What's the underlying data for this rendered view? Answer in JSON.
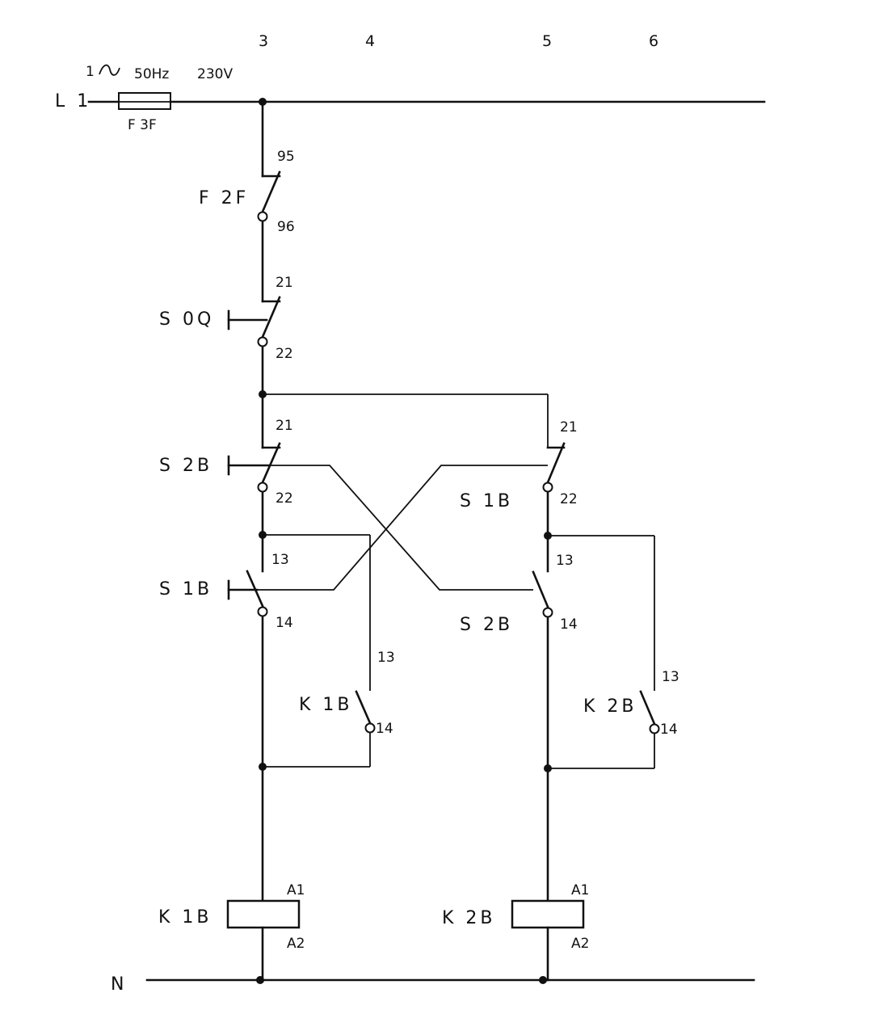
{
  "header": {
    "columns": [
      "3",
      "4",
      "5",
      "6"
    ],
    "supply": {
      "symbol": "1",
      "frequency": "50Hz",
      "voltage": "230V"
    }
  },
  "lines": {
    "phase": "L 1",
    "neutral": "N"
  },
  "fuse": {
    "label": "F 3F"
  },
  "overload": {
    "label": "F 2F",
    "top": "95",
    "bottom": "96"
  },
  "stop_button": {
    "label": "S 0Q",
    "top": "21",
    "bottom": "22"
  },
  "left_branch": {
    "s2b_nc": {
      "label": "S 2B",
      "top": "21",
      "bottom": "22"
    },
    "s1b_no": {
      "label": "S 1B",
      "top": "13",
      "bottom": "14"
    },
    "hold": {
      "label": "K 1B",
      "top": "13",
      "bottom": "14"
    },
    "coil": {
      "label": "K 1B",
      "a1": "A1",
      "a2": "A2"
    }
  },
  "right_branch": {
    "s1b_nc": {
      "label": "S 1B",
      "top": "21",
      "bottom": "22"
    },
    "s2b_no": {
      "label": "S 2B",
      "top": "13",
      "bottom": "14"
    },
    "hold": {
      "label": "K 2B",
      "top": "13",
      "bottom": "14"
    },
    "coil": {
      "label": "K 2B",
      "a1": "A1",
      "a2": "A2"
    }
  }
}
